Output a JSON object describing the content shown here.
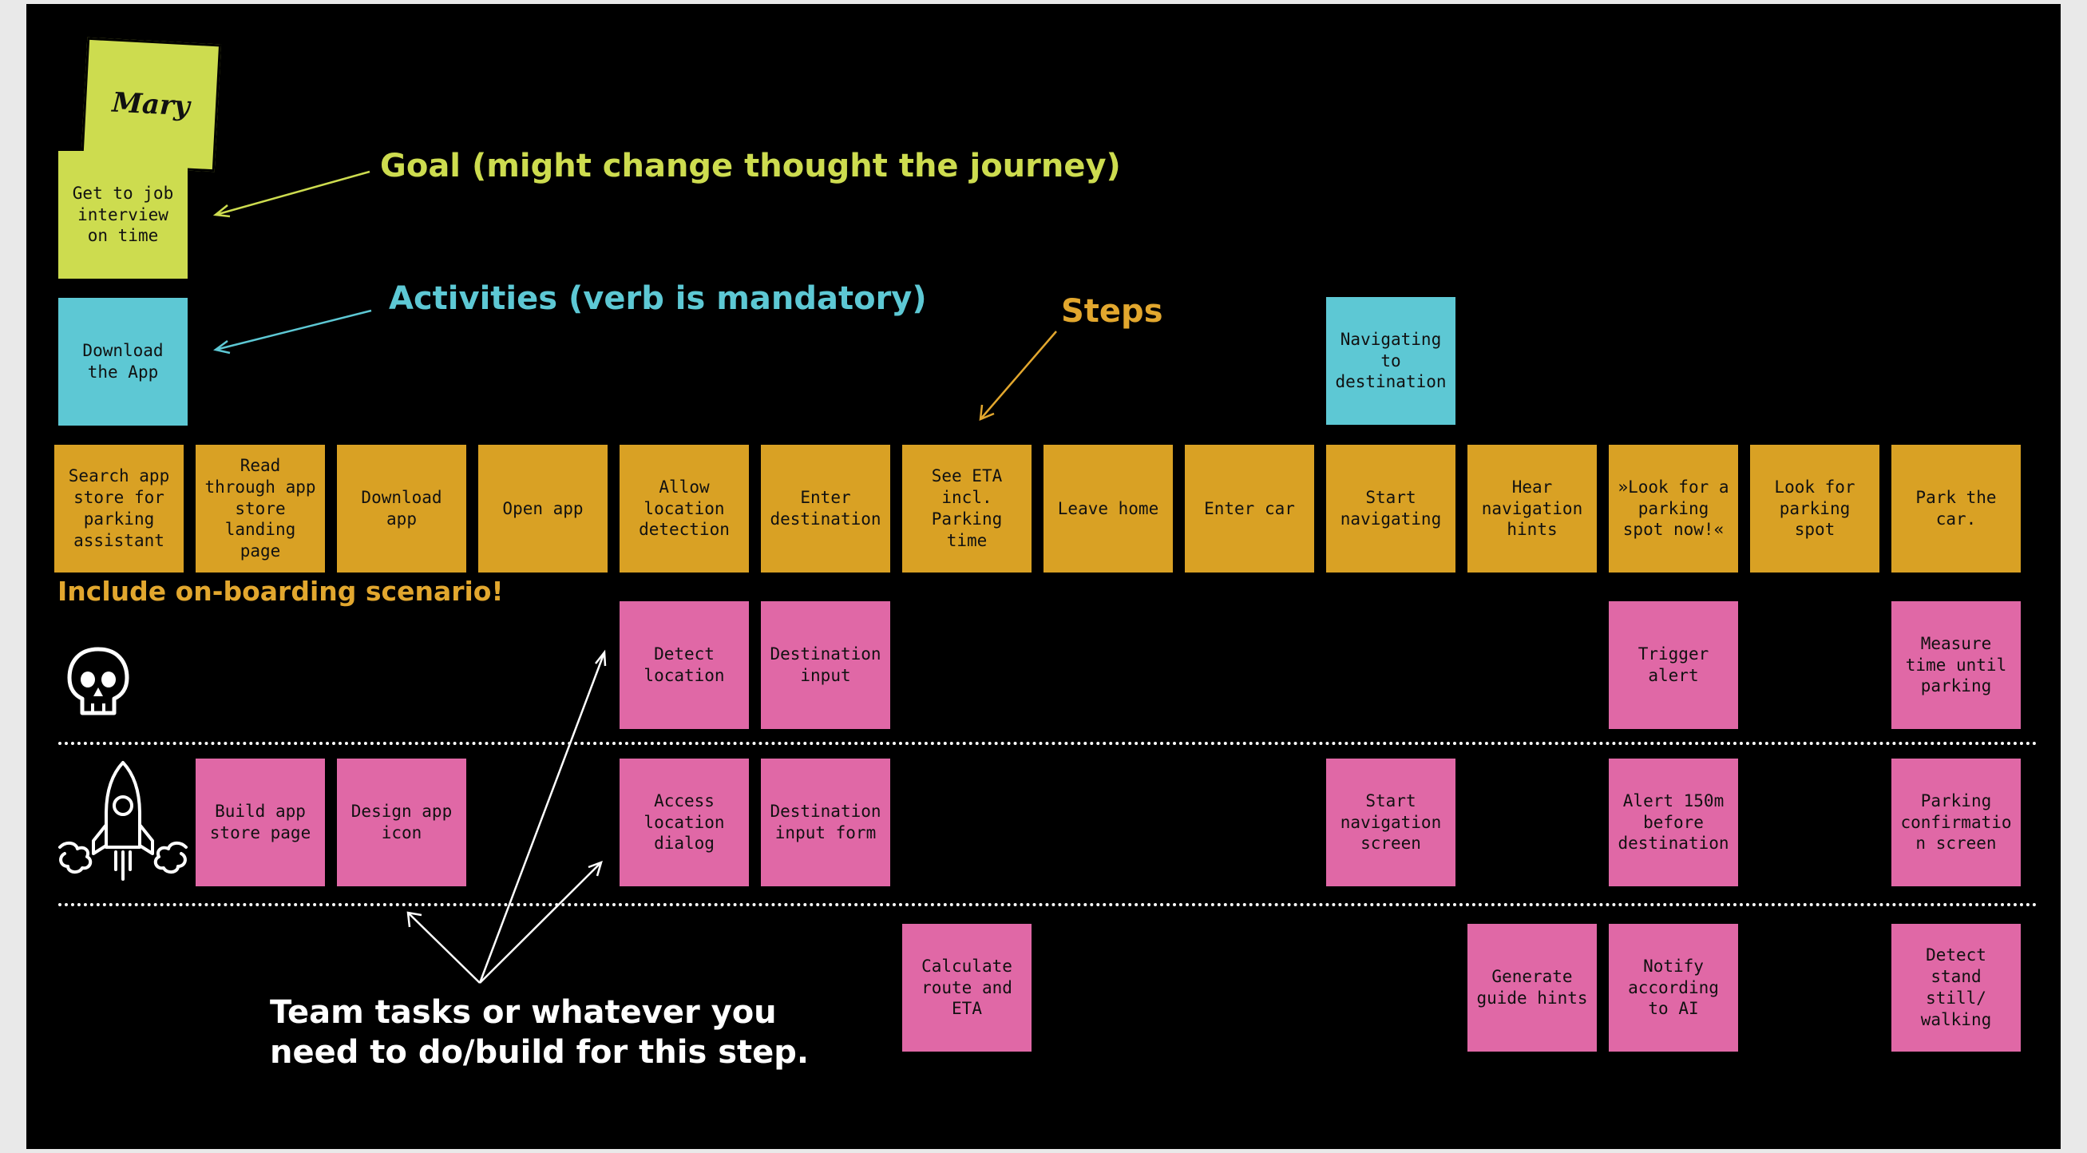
{
  "persona": {
    "name": "Mary"
  },
  "legend": {
    "goal": "Goal (might change thought the journey)",
    "activities": "Activities (verb is mandatory)",
    "steps": "Steps",
    "onboarding": "Include on-boarding scenario!",
    "team_tasks_line1": "Team tasks or whatever you",
    "team_tasks_line2": "need to do/build for this step."
  },
  "colors": {
    "board_background": "#000000",
    "goal": "#cddc4f",
    "activity": "#5dc8d4",
    "step": "#d9a124",
    "task": "#e068a6",
    "legend_goal": "#cddc4f",
    "legend_activities": "#5dc8d4",
    "legend_steps": "#e2a72e",
    "legend_team_tasks": "#ffffff"
  },
  "icons": {
    "risk_row": "skull-icon",
    "build_row": "rocket-icon"
  },
  "goal_note": {
    "text": "Get to job interview on time"
  },
  "activities": [
    {
      "text": "Download the App"
    },
    {
      "text": "Navigating to destination"
    }
  ],
  "steps": [
    {
      "text": "Search app store for parking assistant"
    },
    {
      "text": "Read through app store landing page"
    },
    {
      "text": "Download app"
    },
    {
      "text": "Open app"
    },
    {
      "text": "Allow location detection"
    },
    {
      "text": "Enter destination"
    },
    {
      "text": "See ETA incl. Parking time"
    },
    {
      "text": "Leave home"
    },
    {
      "text": "Enter car"
    },
    {
      "text": "Start navigating"
    },
    {
      "text": "Hear navigation hints"
    },
    {
      "text": "»Look for a parking spot now!«"
    },
    {
      "text": "Look for parking spot"
    },
    {
      "text": "Park the car."
    }
  ],
  "tasks_row1": [
    {
      "text": "Detect location"
    },
    {
      "text": "Destination input"
    },
    {
      "text": "Trigger alert"
    },
    {
      "text": "Measure time until parking"
    }
  ],
  "tasks_row2": [
    {
      "text": "Build app store page"
    },
    {
      "text": "Design app icon"
    },
    {
      "text": "Access location dialog"
    },
    {
      "text": "Destination input form"
    },
    {
      "text": "Start navigation screen"
    },
    {
      "text": "Alert 150m before destination"
    },
    {
      "text": "Parking confirmation screen"
    }
  ],
  "tasks_row3": [
    {
      "text": "Calculate route and ETA"
    },
    {
      "text": "Generate guide hints"
    },
    {
      "text": "Notify according to AI"
    },
    {
      "text": "Detect stand still/ walking"
    }
  ]
}
